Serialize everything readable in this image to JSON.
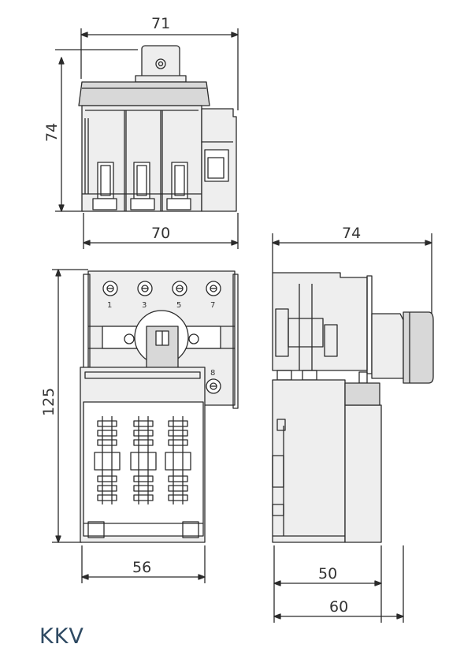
{
  "diagram": {
    "dimensions": {
      "top_width": "71",
      "top_height": "74",
      "top_base_width": "70",
      "front_height": "125",
      "front_base_width": "56",
      "side_width": "74",
      "side_base_1": "50",
      "side_base_2": "60"
    },
    "terminals": [
      "1",
      "3",
      "5",
      "7",
      "8"
    ],
    "product_name": "KKV"
  },
  "colors": {
    "line": "#2b2b2b",
    "body_fill": "#eeeeee",
    "dark_fill": "#d8d8d8",
    "brand": "#2f4a63"
  }
}
